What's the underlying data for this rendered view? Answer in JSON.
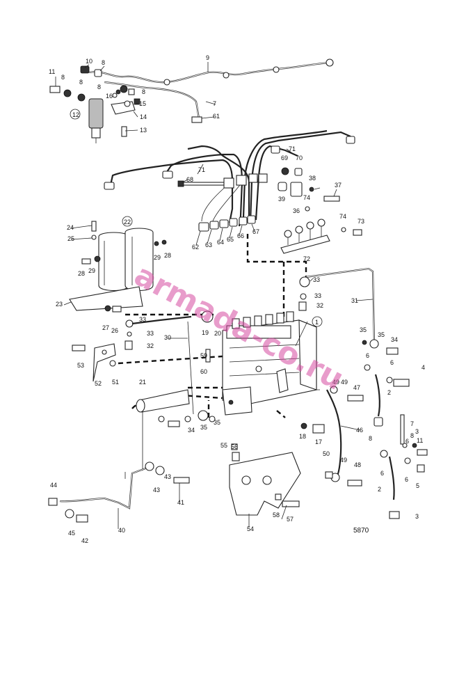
{
  "figure_number": "5870",
  "watermark": "armada-co.ru",
  "callouts": [
    "1",
    "2",
    "3",
    "4",
    "5",
    "6",
    "7",
    "8",
    "9",
    "10",
    "11",
    "12",
    "13",
    "14",
    "15",
    "16",
    "17",
    "18",
    "19",
    "20",
    "21",
    "22",
    "23",
    "24",
    "25",
    "26",
    "27",
    "28",
    "29",
    "30",
    "31",
    "32",
    "33",
    "34",
    "35",
    "36",
    "37",
    "38",
    "39",
    "40",
    "41",
    "42",
    "43",
    "44",
    "45",
    "46",
    "47",
    "48",
    "49",
    "50",
    "51",
    "52",
    "53",
    "54",
    "55",
    "56",
    "57",
    "58",
    "59",
    "60",
    "61",
    "62",
    "63",
    "64",
    "65",
    "66",
    "67",
    "68",
    "69",
    "70",
    "71",
    "72",
    "73",
    "74"
  ]
}
